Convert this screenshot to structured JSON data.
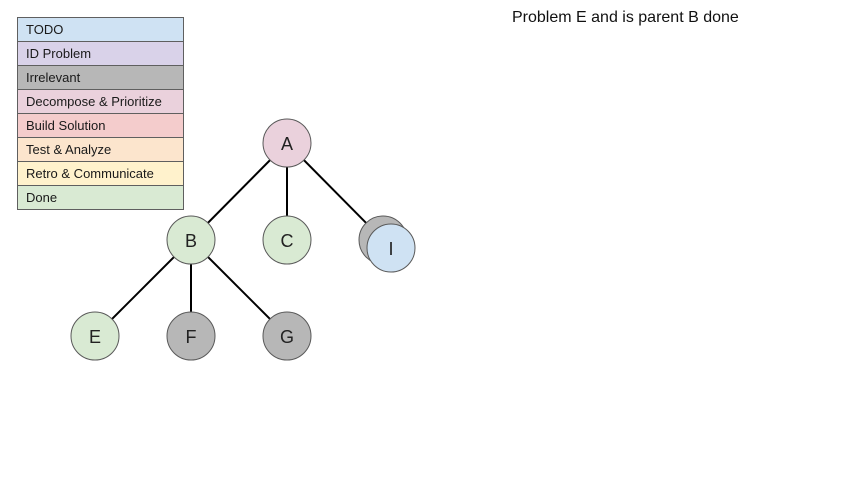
{
  "title": "Problem E and is parent B done",
  "legend": [
    {
      "label": "TODO",
      "color": "#cfe2f3"
    },
    {
      "label": "ID Problem",
      "color": "#d9d2e9"
    },
    {
      "label": "Irrelevant",
      "color": "#b7b7b7"
    },
    {
      "label": "Decompose & Prioritize",
      "color": "#ead1dc"
    },
    {
      "label": "Build Solution",
      "color": "#f4cccc"
    },
    {
      "label": "Test & Analyze",
      "color": "#fce5cd"
    },
    {
      "label": "Retro & Communicate",
      "color": "#fff2cc"
    },
    {
      "label": "Done",
      "color": "#d9ead3"
    }
  ],
  "nodes": {
    "a": {
      "label": "A",
      "color": "#ead1dc"
    },
    "b": {
      "label": "B",
      "color": "#d9ead3"
    },
    "c": {
      "label": "C",
      "color": "#d9ead3"
    },
    "i_shadow": {
      "color": "#b7b7b7"
    },
    "i": {
      "label": "I",
      "color": "#cfe2f3"
    },
    "e": {
      "label": "E",
      "color": "#d9ead3"
    },
    "f": {
      "label": "F",
      "color": "#b7b7b7"
    },
    "g": {
      "label": "G",
      "color": "#b7b7b7"
    }
  }
}
